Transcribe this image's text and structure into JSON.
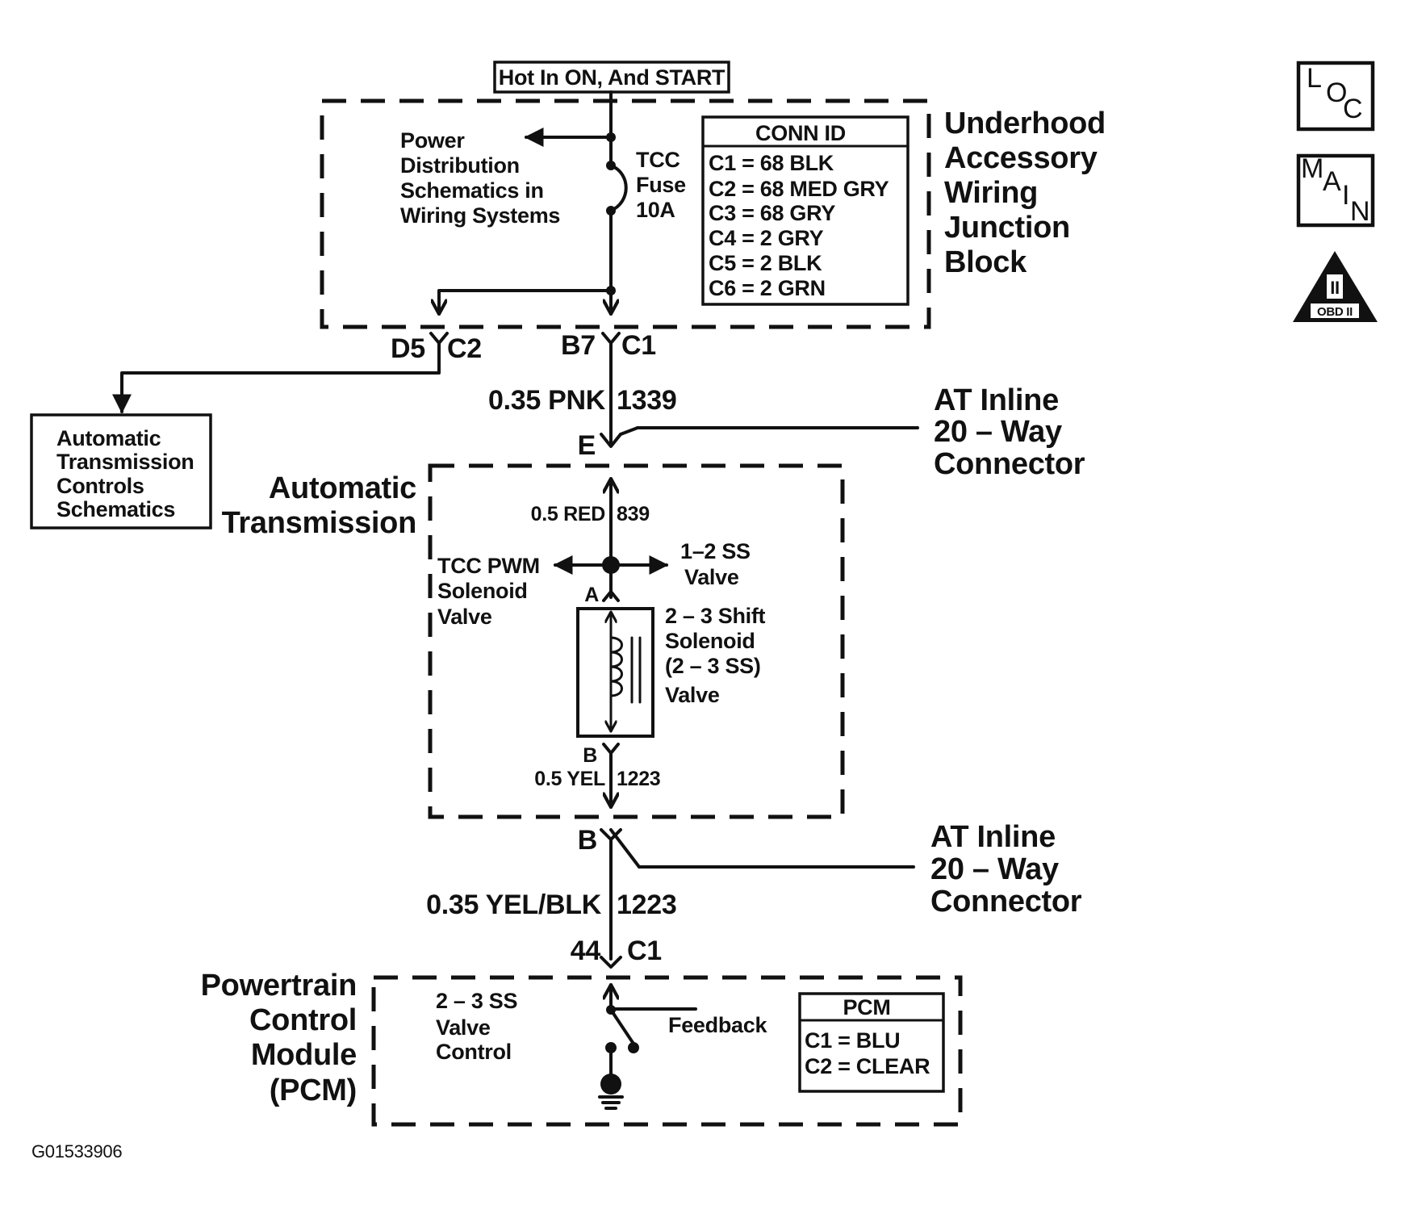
{
  "power_label": "Hot In ON, And START",
  "power_distribution": [
    "Power",
    "Distribution",
    "Schematics in",
    "Wiring Systems"
  ],
  "fuse": [
    "TCC",
    "Fuse",
    "10A"
  ],
  "uajb": {
    "label": [
      "Underhood",
      "Accessory",
      "Wiring",
      "Junction",
      "Block"
    ],
    "conn_title": "CONN ID",
    "conn_rows": [
      "C1 = 68 BLK",
      "C2 = 68 MED GRY",
      "C3 = 68 GRY",
      "C4 = 2 GRY",
      "C5 = 2 BLK",
      "C6 = 2 GRN"
    ]
  },
  "connectors": {
    "d5_pin": "D5",
    "d5_conn": "C2",
    "b7_pin": "B7",
    "b7_conn": "C1",
    "inline_top_pin": "E",
    "inline_bottom_pin": "B",
    "pcm_pin": "44",
    "pcm_conn": "C1",
    "solenoid_top_pin": "A",
    "solenoid_bottom_pin": "B"
  },
  "atc_box": [
    "Automatic",
    "Transmission",
    "Controls",
    "Schematics"
  ],
  "wires": {
    "w1": "0.35 PNK",
    "w1_circuit": "1339",
    "w2": "0.5 RED",
    "w2_circuit": "839",
    "w3": "0.5 YEL",
    "w3_circuit": "1223",
    "w4": "0.35 YEL/BLK",
    "w4_circuit": "1223"
  },
  "inline_connector_label": [
    "AT Inline",
    "20 – Way",
    "Connector"
  ],
  "auto_trans_label": [
    "Automatic",
    "Transmission"
  ],
  "tcc_pwm": [
    "TCC PWM",
    "Solenoid",
    "Valve"
  ],
  "ss12": [
    "1–2 SS",
    "Valve"
  ],
  "ss23": [
    "2 – 3 Shift",
    "Solenoid",
    "(2 – 3 SS)",
    "Valve"
  ],
  "pcm": {
    "label": [
      "Powertrain",
      "Control",
      "Module",
      "(PCM)"
    ],
    "control": [
      "2 – 3 SS",
      "Valve",
      "Control"
    ],
    "feedback": "Feedback",
    "conn_title": "PCM",
    "conn_rows": [
      "C1 = BLU",
      "C2 = CLEAR"
    ]
  },
  "icons": {
    "loc": [
      "L",
      "O",
      "C"
    ],
    "main": [
      "M",
      "A",
      "I",
      "N"
    ],
    "obd": [
      "II",
      "OBD II"
    ]
  },
  "figure_id": "G01533906"
}
